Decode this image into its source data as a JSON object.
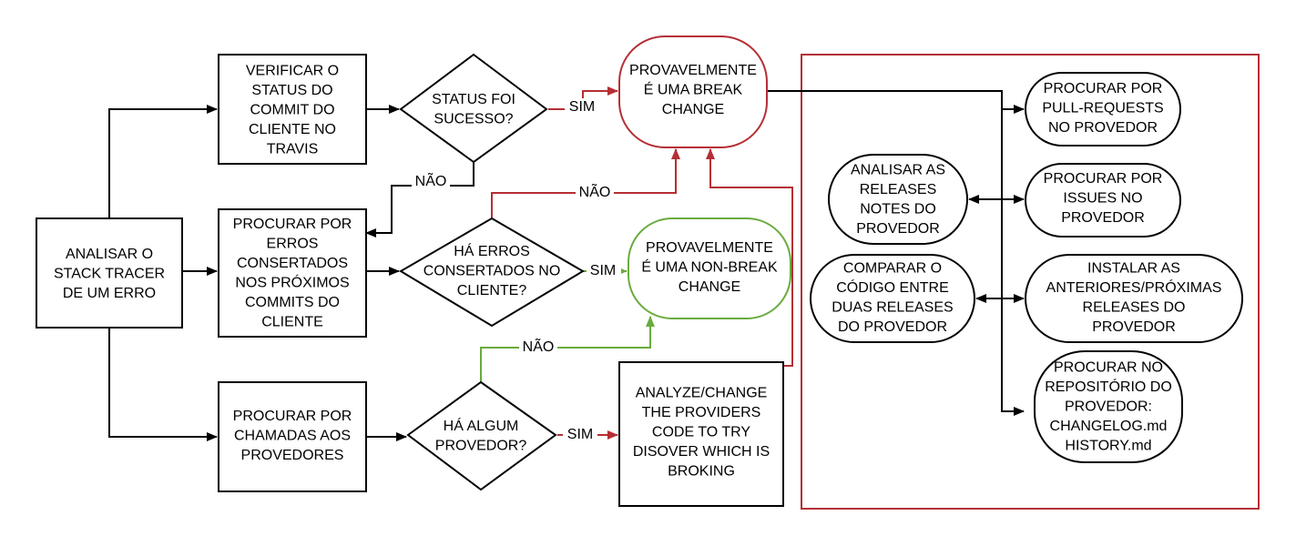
{
  "colors": {
    "stroke": "#000000",
    "red": "#b52f34",
    "green": "#6aab3e",
    "label_bg": "#ffffff"
  },
  "nodes": {
    "analisar_stack": [
      "ANALISAR O",
      "STACK TRACER",
      "DE UM ERRO"
    ],
    "verificar_status": [
      "VERIFICAR O",
      "STATUS DO",
      "COMMIT DO",
      "CLIENTE NO",
      "TRAVIS"
    ],
    "status_foi_sucesso": [
      "STATUS FOI",
      "SUCESSO?"
    ],
    "break_change": [
      "PROVAVELMENTE",
      "É UMA BREAK",
      "CHANGE"
    ],
    "procurar_erros": [
      "PROCURAR POR",
      "ERROS",
      "CONSERTADOS",
      "NOS PRÓXIMOS",
      "COMMITS DO",
      "CLIENTE"
    ],
    "ha_erros": [
      "HÁ ERROS",
      "CONSERTADOS NO",
      "CLIENTE?"
    ],
    "non_break_change": [
      "PROVAVELMENTE",
      "É UMA NON-BREAK",
      "CHANGE"
    ],
    "procurar_chamadas": [
      "PROCURAR POR",
      "CHAMADAS AOS",
      "PROVEDORES"
    ],
    "ha_algum_provedor": [
      "HÁ ALGUM",
      "PROVEDOR?"
    ],
    "analyze_change": [
      "ANALYZE/CHANGE",
      "THE PROVIDERS",
      "CODE TO TRY",
      "DISOVER WHICH IS",
      "BROKING"
    ],
    "procurar_pull_requests": [
      "PROCURAR POR",
      "PULL-REQUESTS",
      "NO PROVEDOR"
    ],
    "analisar_releases": [
      "ANALISAR AS",
      "RELEASES",
      "NOTES DO",
      "PROVEDOR"
    ],
    "procurar_issues": [
      "PROCURAR POR",
      "ISSUES NO",
      "PROVEDOR"
    ],
    "comparar_codigo": [
      "COMPARAR O",
      "CÓDIGO ENTRE",
      "DUAS RELEASES",
      "DO PROVEDOR"
    ],
    "instalar_releases": [
      "INSTALAR AS",
      "ANTERIORES/PRÓXIMAS",
      "RELEASES DO",
      "PROVEDOR"
    ],
    "procurar_repositorio": [
      "PROCURAR NO",
      "REPOSITÓRIO DO",
      "PROVEDOR:",
      "CHANGELOG.md",
      "HISTORY.md"
    ]
  },
  "edge_labels": {
    "status_sim": "SIM",
    "status_nao": "NÃO",
    "erros_nao": "NÃO",
    "erros_sim": "SIM",
    "provedor_nao": "NÃO",
    "provedor_sim": "SIM"
  }
}
